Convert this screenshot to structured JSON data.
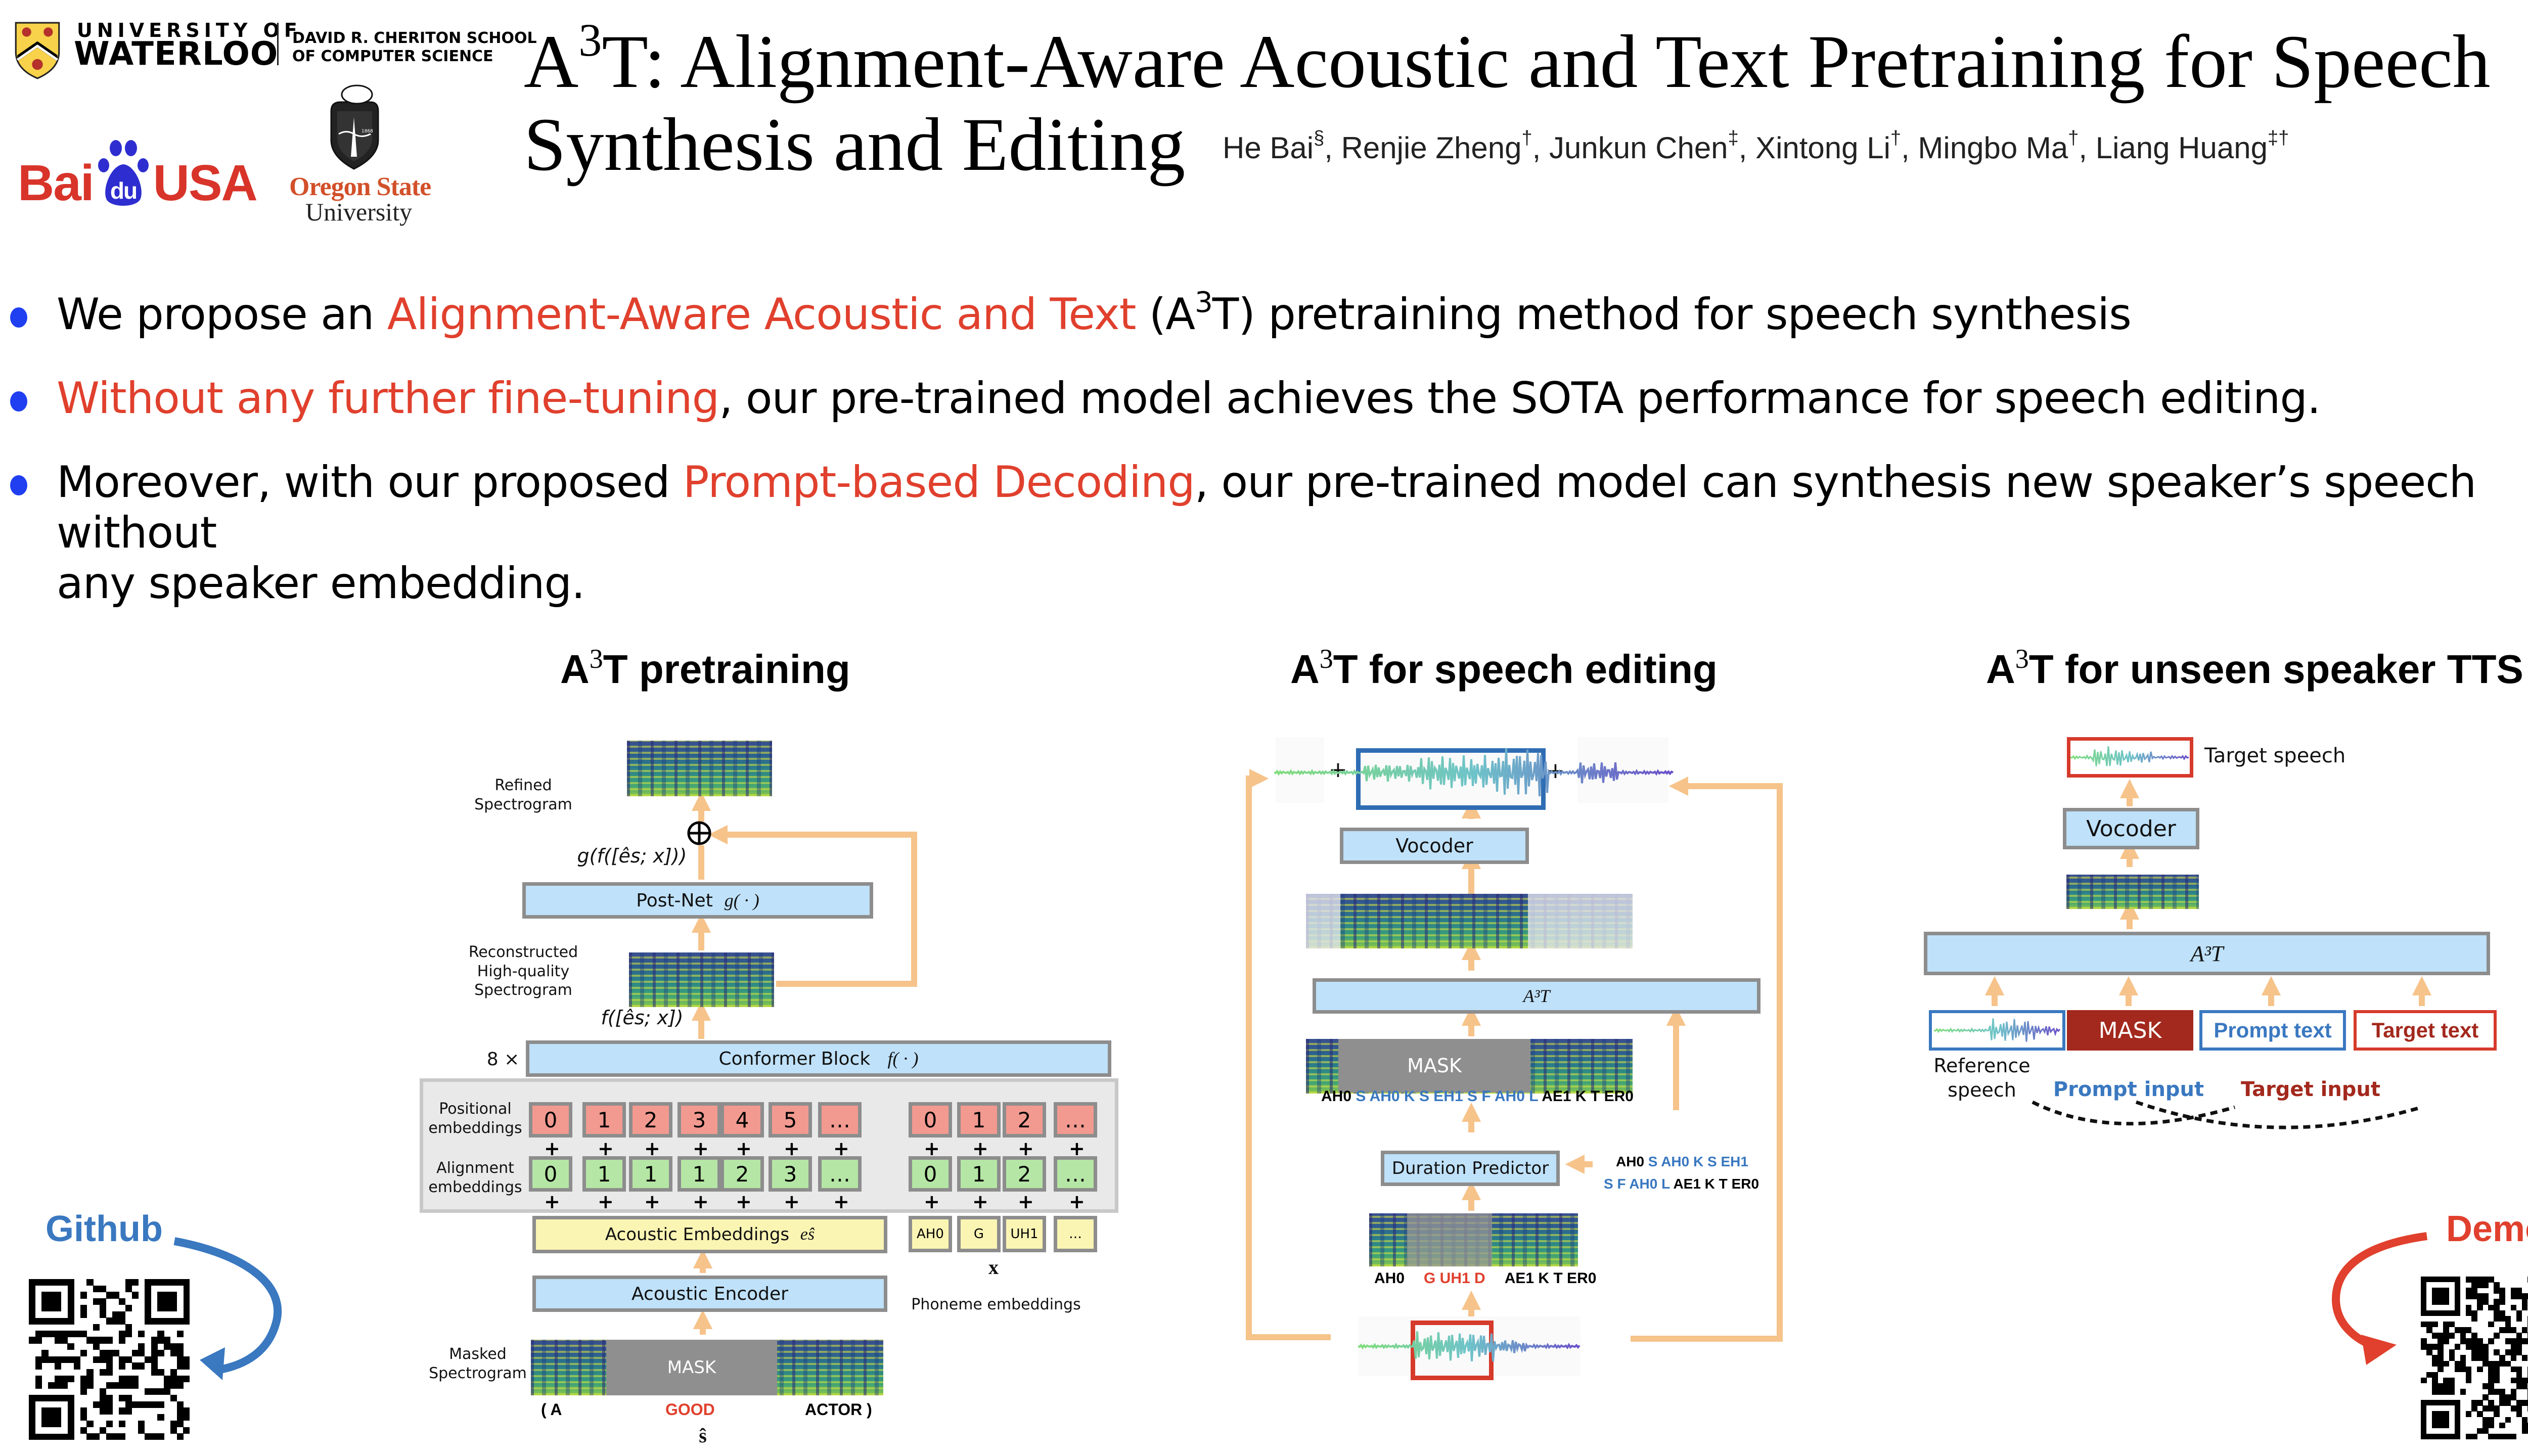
{
  "logos": {
    "waterloo": {
      "line1": "UNIVERSITY OF",
      "line2": "WATERLOO",
      "school_line1": "DAVID R. CHERITON SCHOOL",
      "school_line2": "OF COMPUTER SCIENCE"
    },
    "baidu": {
      "left": "Bai",
      "paw": "du",
      "right": "USA"
    },
    "oregon_state": {
      "line1": "Oregon State",
      "line2": "University",
      "seal_year": "1868"
    }
  },
  "header": {
    "title_prefix": "A",
    "title_sup": "3",
    "title_line1_rest": "T: Alignment-Aware Acoustic and Text Pretraining for Speech",
    "title_line2": "Synthesis and Editing",
    "authors": [
      {
        "name": "He Bai",
        "mark": "§"
      },
      {
        "name": "Renjie Zheng",
        "mark": "†"
      },
      {
        "name": "Junkun Chen",
        "mark": "‡"
      },
      {
        "name": "Xintong Li",
        "mark": "†"
      },
      {
        "name": "Mingbo Ma",
        "mark": "†"
      },
      {
        "name": "Liang Huang",
        "mark": "‡†"
      }
    ]
  },
  "bullets": [
    {
      "pre": "We propose an ",
      "highlight": "Alignment-Aware Acoustic and Text",
      "mid": " (A",
      "sup": "3",
      "post": "T) pretraining method for speech synthesis"
    },
    {
      "pre": "",
      "highlight": "Without any further fine-tuning",
      "post": ", our pre-trained model achieves the SOTA performance for speech editing."
    },
    {
      "pre": "Moreover, with our proposed ",
      "highlight": "Prompt-based Decoding",
      "post": ", our pre-trained model can synthesis new speaker’s speech without",
      "post_line2": "any speaker embedding."
    }
  ],
  "colors": {
    "highlight_red": "#e0402d",
    "bullet_blue": "#1f3ff0",
    "box_blue": "#bfe1f9",
    "box_border": "#8d8d8d",
    "arrow_orange": "#f6c38a",
    "link_blue": "#3a78c0",
    "positional": "#f29a90",
    "alignment": "#b5e6a5",
    "acoustic": "#fbf5b4"
  },
  "pretraining": {
    "title_a": "A",
    "title_sup": "3",
    "title_rest": "T pretraining",
    "refined_label": "Refined\nSpectrogram",
    "g_formula": "g(f([ês; x]))",
    "postnet": "Post-Net",
    "postnet_fn": "g( · )",
    "recon_label": "Reconstructed\nHigh-quality\nSpectrogram",
    "f_formula": "f([ês; x])",
    "repeat": "8 ×",
    "conformer": "Conformer Block",
    "conformer_fn": "f( · )",
    "positional_label": "Positional\nembeddings",
    "alignment_label": "Alignment\nembeddings",
    "acoustic_positional": [
      "0",
      "1",
      "2",
      "3",
      "4",
      "5",
      "…"
    ],
    "acoustic_alignment": [
      "0",
      "1",
      "1",
      "1",
      "2",
      "3",
      "…"
    ],
    "phoneme_positional": [
      "0",
      "1",
      "2",
      "…"
    ],
    "phoneme_alignment": [
      "0",
      "1",
      "2",
      "…"
    ],
    "phonemes": [
      "AH0",
      "G",
      "UH1",
      "…"
    ],
    "acoustic_emb": "Acoustic Embeddings",
    "acoustic_emb_sym": "eŝ",
    "x_symbol": "x",
    "phoneme_emb_label": "Phoneme embeddings",
    "acoustic_encoder": "Acoustic Encoder",
    "masked_label": "Masked\nSpectrogram",
    "mask": "MASK",
    "words": [
      "( A",
      "GOOD",
      "ACTOR )"
    ],
    "s_hat": "ŝ"
  },
  "editing": {
    "title_a": "A",
    "title_sup": "3",
    "title_rest": "T for speech editing",
    "plus": "+",
    "vocoder": "Vocoder",
    "a3t": "A³T",
    "mask": "MASK",
    "phones_top": [
      {
        "t": "AH0 ",
        "c": "k"
      },
      {
        "t": "S AH0 K S EH1 S F AH0 L ",
        "c": "b"
      },
      {
        "t": "AE1 K T ER0",
        "c": "k"
      }
    ],
    "duration_predictor": "Duration Predictor",
    "phones_side_1": [
      {
        "t": "AH0 ",
        "c": "k"
      },
      {
        "t": "S AH0 K S EH1",
        "c": "b"
      }
    ],
    "phones_side_2": [
      {
        "t": "S F AH0 L ",
        "c": "b"
      },
      {
        "t": "AE1 K T ER0",
        "c": "k"
      }
    ],
    "phones_bottom": [
      {
        "t": "AH0",
        "c": "k"
      },
      {
        "t": "G UH1 D",
        "c": "r"
      },
      {
        "t": "AE1 K T ER0",
        "c": "k"
      }
    ]
  },
  "tts": {
    "title_a": "A",
    "title_sup": "3",
    "title_rest": "T for unseen speaker TTS",
    "target_speech": "Target speech",
    "vocoder": "Vocoder",
    "a3t": "A³T",
    "inputs": [
      "MASK",
      "Prompt text",
      "Target text"
    ],
    "reference_label": "Reference\nspeech",
    "prompt_input": "Prompt input",
    "target_input": "Target input"
  },
  "links": {
    "github": "Github",
    "demo": "Demo"
  }
}
